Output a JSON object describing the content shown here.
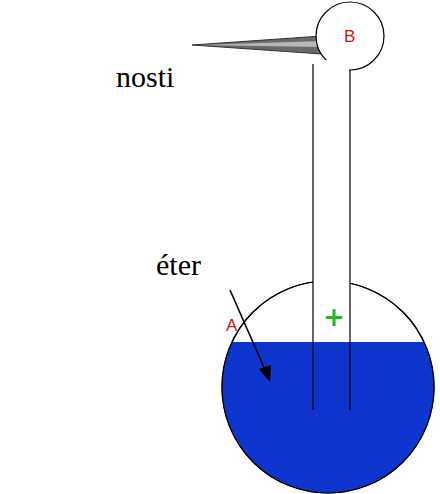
{
  "diagram": {
    "labels": [
      "nosti",
      "éter",
      "A",
      "+",
      "B"
    ]
  }
}
